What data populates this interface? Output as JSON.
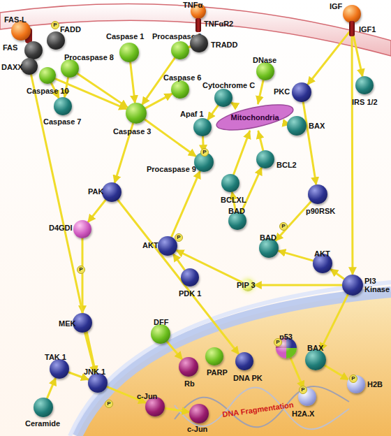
{
  "diagram": {
    "nodes": [
      {
        "text": [
          "FAS-L"
        ]
      },
      {
        "text": [
          "FAS"
        ]
      },
      {
        "text": [
          "FADD"
        ]
      },
      {
        "text": [
          "TNFα"
        ]
      },
      {
        "text": [
          "TNFαR2"
        ]
      },
      {
        "text": [
          "IGF"
        ]
      },
      {
        "text": [
          "DAXX"
        ]
      },
      {
        "text": [
          "Caspase 1"
        ]
      },
      {
        "text": [
          "Procaspase 2"
        ]
      },
      {
        "text": [
          "TRADD"
        ]
      },
      {
        "text": [
          "IGF1"
        ]
      },
      {
        "text": [
          "Procaspase 8"
        ]
      },
      {
        "text": [
          "Caspase 10"
        ]
      },
      {
        "text": [
          "DNase"
        ]
      },
      {
        "text": [
          "Caspase 6"
        ]
      },
      {
        "text": [
          "IRS 1/2"
        ]
      },
      {
        "text": [
          "PKC"
        ]
      },
      {
        "text": [
          "Cytochrome C"
        ]
      },
      {
        "text": [
          "Caspase 7"
        ]
      },
      {
        "text": [
          "Caspase 3"
        ]
      },
      {
        "text": [
          "Apaf 1"
        ]
      },
      {
        "text": [
          "Mitochondria"
        ]
      },
      {
        "text": [
          "BAX"
        ]
      },
      {
        "text": [
          "Procaspase 9"
        ]
      },
      {
        "text": [
          "BCL2"
        ]
      },
      {
        "text": [
          "BCLXL"
        ]
      },
      {
        "text": [
          "PAK"
        ]
      },
      {
        "text": [
          "p90RSK"
        ]
      },
      {
        "text": [
          "BAD"
        ]
      },
      {
        "text": [
          "D4GDI"
        ]
      },
      {
        "text": [
          "AKT"
        ]
      },
      {
        "text": [
          "BAD"
        ]
      },
      {
        "text": [
          "AKT"
        ]
      },
      {
        "text": [
          "PDK 1"
        ]
      },
      {
        "text": [
          "PIP 3"
        ]
      },
      {
        "text": [
          "PI3 Kinase"
        ]
      },
      {
        "text": [
          "MEK"
        ]
      },
      {
        "text": [
          "DFF"
        ]
      },
      {
        "text": [
          "p53"
        ]
      },
      {
        "text": [
          "BAX"
        ]
      },
      {
        "text": [
          "PARP"
        ]
      },
      {
        "text": [
          "DNA PK"
        ]
      },
      {
        "text": [
          "Rb"
        ]
      },
      {
        "text": [
          "TAK 1"
        ]
      },
      {
        "text": [
          "JNK 1"
        ]
      },
      {
        "text": [
          "H2B"
        ]
      },
      {
        "text": [
          "H2A.X"
        ]
      },
      {
        "text": [
          "c-Jun"
        ]
      },
      {
        "text": [
          "Ceramide"
        ]
      },
      {
        "text": [
          "c-Jun"
        ]
      }
    ],
    "edges": [
      {
        "from": 11,
        "to": 19,
        "arrow": "to"
      },
      {
        "from": 12,
        "to": 19,
        "arrow": "to"
      },
      {
        "from": 11,
        "to": 18,
        "arrow": "to"
      },
      {
        "from": 12,
        "to": 18,
        "arrow": "to"
      },
      {
        "from": 7,
        "to": 19,
        "arrow": "to"
      },
      {
        "from": 8,
        "to": 19,
        "arrow": "to"
      },
      {
        "from": 9,
        "to": 8,
        "arrow": "to"
      },
      {
        "from": 19,
        "to": 14,
        "arrow": "to"
      },
      {
        "from": 19,
        "to": 23,
        "arrow": "to"
      },
      {
        "from": 19,
        "to": 26,
        "arrow": "to"
      },
      {
        "from": 20,
        "to": 23,
        "arrow": "to"
      },
      {
        "from": 17,
        "to": 20,
        "arrow": "to"
      },
      {
        "from": 21,
        "to": 17,
        "arrow": "to"
      },
      {
        "from": 13,
        "to": 21,
        "arrow": "to"
      },
      {
        "from": 22,
        "to": 21,
        "arrow": "to"
      },
      {
        "from": 24,
        "to": 21,
        "arrow": "to"
      },
      {
        "from": 25,
        "to": 21,
        "arrow": "to"
      },
      {
        "from": 28,
        "to": 25,
        "arrow": "to"
      },
      {
        "from": 28,
        "to": 24,
        "arrow": "to"
      },
      {
        "from": 30,
        "to": 23,
        "arrow": "to"
      },
      {
        "from": 10,
        "to": 16,
        "arrow": "to"
      },
      {
        "from": 10,
        "to": 15,
        "arrow": "to"
      },
      {
        "from": 10,
        "to": 35,
        "arrow": "to"
      },
      {
        "from": 16,
        "to": 27,
        "arrow": "to"
      },
      {
        "from": 27,
        "to": 31,
        "arrow": "to"
      },
      {
        "from": 32,
        "to": 31,
        "arrow": "to"
      },
      {
        "from": 35,
        "to": 32,
        "arrow": "to"
      },
      {
        "from": 35,
        "to": 34,
        "arrow": "to"
      },
      {
        "from": 34,
        "to": 30,
        "arrow": "to"
      },
      {
        "from": 33,
        "to": 30,
        "arrow": "to"
      },
      {
        "from": 35,
        "to": 39,
        "arrow": "to"
      },
      {
        "from": 26,
        "to": 41,
        "arrow": "to"
      },
      {
        "from": 26,
        "to": 29,
        "arrow": "to"
      },
      {
        "from": 29,
        "to": 36,
        "arrow": "to"
      },
      {
        "from": 36,
        "to": 44,
        "arrow": "to"
      },
      {
        "from": 6,
        "to": 44,
        "arrow": "to"
      },
      {
        "from": 43,
        "to": 44,
        "arrow": "to"
      },
      {
        "from": 48,
        "to": 43,
        "arrow": "to"
      },
      {
        "from": 44,
        "to": 47,
        "arrow": "to"
      },
      {
        "from": 47,
        "to": 49,
        "arrow": "to"
      },
      {
        "from": 37,
        "to": 42,
        "arrow": "to"
      },
      {
        "from": 38,
        "to": 46,
        "arrow": "to"
      },
      {
        "from": 39,
        "to": 45,
        "arrow": "to"
      }
    ],
    "labels": [
      "DNA Fragmentation",
      "P",
      "P",
      "P",
      "P",
      "P",
      "P",
      "P",
      "P",
      "P"
    ]
  }
}
